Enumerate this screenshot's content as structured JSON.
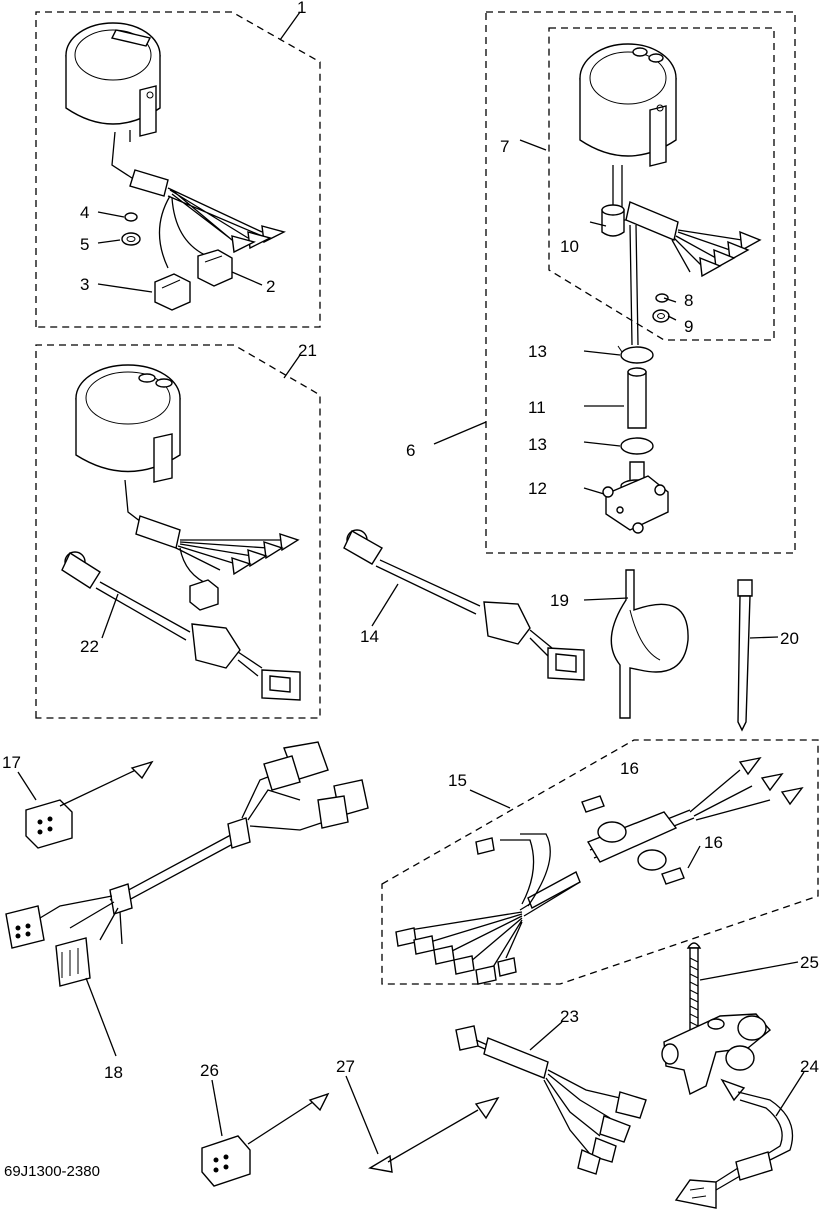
{
  "diagram_code": "69J1300-2380",
  "callouts": {
    "n1": "1",
    "n2": "2",
    "n3": "3",
    "n4": "4",
    "n5": "5",
    "n6": "6",
    "n7": "7",
    "n8": "8",
    "n9": "9",
    "n10": "10",
    "n11": "11",
    "n12": "12",
    "n13a": "13",
    "n13b": "13",
    "n14": "14",
    "n15": "15",
    "n16a": "16",
    "n16b": "16",
    "n17": "17",
    "n18": "18",
    "n19": "19",
    "n20": "20",
    "n21": "21",
    "n22": "22",
    "n23": "23",
    "n24": "24",
    "n25": "25",
    "n26": "26",
    "n27": "27"
  }
}
